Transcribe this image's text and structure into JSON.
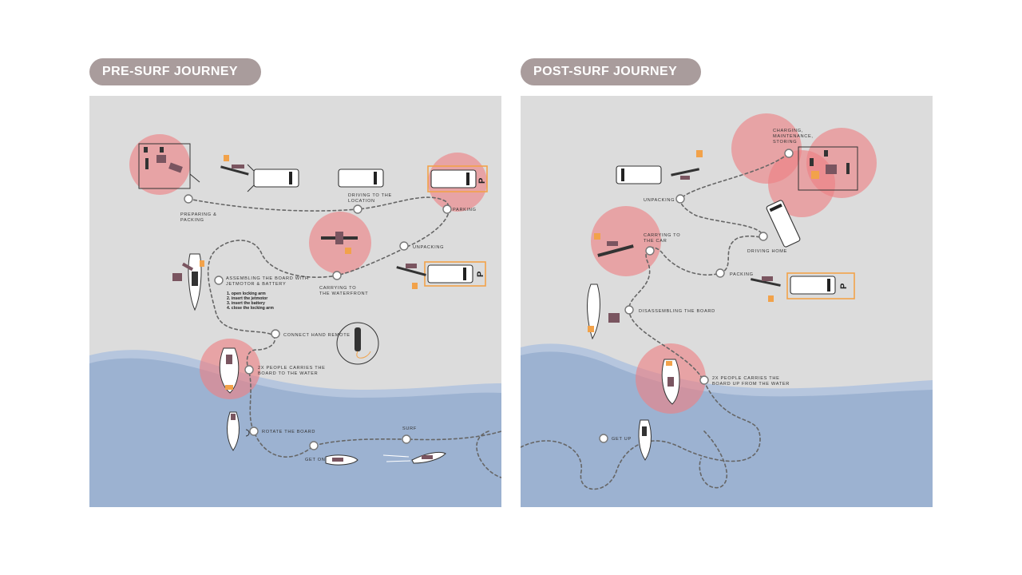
{
  "pre_surf": {
    "title": "PRE-SURF JOURNEY",
    "labels": {
      "preparing": [
        "PREPARING &",
        "PACKING"
      ],
      "driving": [
        "DRIVING TO THE",
        "LOCATION"
      ],
      "parking": "PARKING",
      "unpacking": "UNPACKING",
      "assembling": [
        "ASSEMBLING THE BOARD WITH",
        "JETMOTOR & BATTERY"
      ],
      "steps": [
        "1. open locking arm",
        "2. insert the jetmotor",
        "3. insert the battery",
        "4. close the locking arm"
      ],
      "carrying": [
        "CARRYING TO",
        "THE WATERFRONT"
      ],
      "connect": "CONNECT HAND REMOTE",
      "carries": [
        "2X PEOPLE CARRIES THE",
        "BOARD TO THE WATER"
      ],
      "rotate": "ROTATE THE BOARD",
      "get_on": "GET ON",
      "surf": "SURF",
      "parking_sign": "P"
    }
  },
  "post_surf": {
    "title": "POST-SURF JOURNEY",
    "labels": {
      "charging": [
        "CHARGING,",
        "MAINTENANCE,",
        "STORING"
      ],
      "unpacking": "UNPACKING",
      "driving_home": "DRIVING HOME",
      "carrying_car": [
        "CARRYING TO",
        "THE CAR"
      ],
      "packing": "PACKING",
      "disassembling": "DISASSEMBLING THE BOARD",
      "carries_up": [
        "2X PEOPLE CARRIES THE",
        "BOARD UP FROM THE WATER"
      ],
      "get_up": "GET UP",
      "parking_sign": "P"
    }
  },
  "colors": {
    "sand": "#dcdcdc",
    "water": "#9cb2d1",
    "wave": "#b6c6de",
    "hotspot": "#ee7f82",
    "parking_box": "#f2a24a",
    "pill": "#a99c9c"
  }
}
